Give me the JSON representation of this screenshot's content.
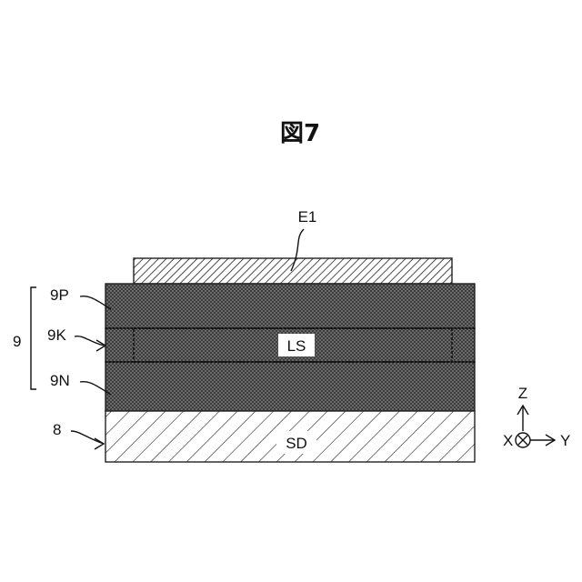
{
  "figure": {
    "title": "図7"
  },
  "layers": {
    "electrode": "E1",
    "group": "9",
    "p_layer": "9P",
    "k_layer": "9K",
    "n_layer": "9N",
    "substrate": "8",
    "light_source": "LS",
    "substrate_region": "SD"
  },
  "axes": {
    "z": "Z",
    "x": "X",
    "y": "Y"
  }
}
